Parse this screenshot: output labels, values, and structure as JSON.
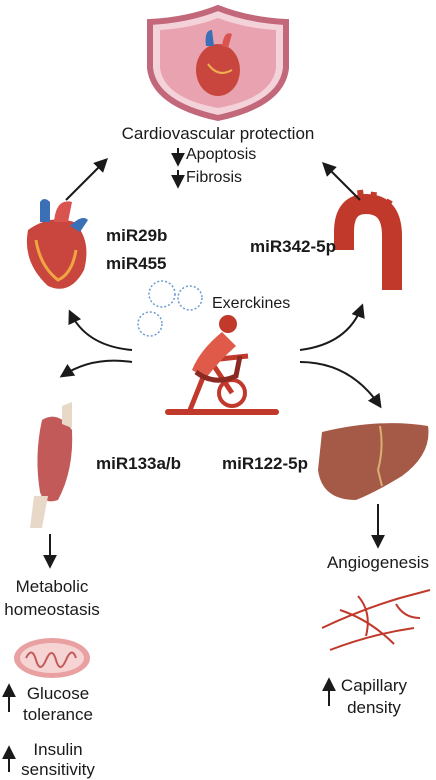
{
  "top": {
    "title": "Cardiovascular protection",
    "effects": [
      "Apoptosis",
      "Fibrosis"
    ]
  },
  "heart": {
    "mirnas": [
      "miR29b",
      "miR455"
    ]
  },
  "aorta": {
    "mirna": "miR342-5p"
  },
  "center": {
    "label": "Exerckines"
  },
  "muscle": {
    "mirna": "miR133a/b",
    "outcome": [
      "Metabolic",
      "homeostasis"
    ],
    "effects": [
      {
        "lines": [
          "Glucose",
          "tolerance"
        ]
      },
      {
        "lines": [
          "Insulin",
          "sensitivity"
        ]
      }
    ]
  },
  "liver": {
    "mirna": "miR122-5p",
    "outcome": "Angiogenesis",
    "effects": [
      "Capillary",
      "density"
    ]
  },
  "colors": {
    "accent": "#c0392b",
    "shield": "#c2687a",
    "heart": "#c8463e",
    "liver": "#a55a47",
    "muscle": "#c25a5a",
    "exosome": "#6a9bd1",
    "arrow": "#1a1a1a"
  }
}
